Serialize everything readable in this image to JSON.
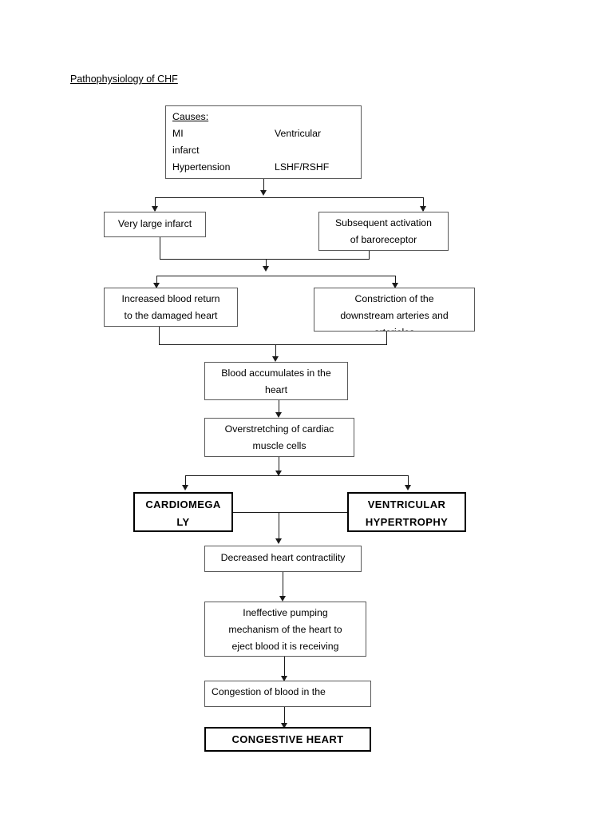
{
  "document": {
    "title": "Pathophysiology of CHF"
  },
  "flowchart": {
    "type": "flowchart",
    "orientation": "top-to-bottom",
    "nodes": [
      {
        "id": "causes",
        "label": "Causes:",
        "rows": [
          {
            "left": "MI",
            "right": "Ventricular"
          },
          {
            "left": "infarct",
            "right": ""
          },
          {
            "left": "Hypertension",
            "right": "LSHF/RSHF"
          }
        ],
        "clipped_row_note": "fourth line is cut off by the box border"
      },
      {
        "id": "very-large-infarct",
        "label": "Very large infarct"
      },
      {
        "id": "baroreceptor-activation",
        "line1": "Subsequent activation",
        "line2": "of baroreceptor",
        "clipped_row_note": "third line is cut off by the box border"
      },
      {
        "id": "increased-blood-return",
        "line1": "Increased blood return",
        "line2": "to the damaged heart"
      },
      {
        "id": "constriction-arteries",
        "line1": "Constriction of the",
        "line2": "downstream arteries and",
        "line3": "arterioles"
      },
      {
        "id": "blood-accumulates",
        "line1": "Blood accumulates in the",
        "line2": "heart"
      },
      {
        "id": "overstretching",
        "line1": "Overstretching of cardiac",
        "line2": "muscle cells"
      },
      {
        "id": "cardiomegaly",
        "line1": "CARDIOMEGA",
        "line2": "LY",
        "emphasis": "bold"
      },
      {
        "id": "ventricular-hypertrophy",
        "line1": "VENTRICULAR",
        "line2": "HYPERTROPHY",
        "emphasis": "bold"
      },
      {
        "id": "decreased-contractility",
        "label": "Decreased heart contractility"
      },
      {
        "id": "ineffective-pumping",
        "line1": "Ineffective pumping",
        "line2": "mechanism of the heart to",
        "line3": "eject blood it is receiving"
      },
      {
        "id": "congestion-of-blood",
        "label": "Congestion of blood in the",
        "clipped_row_note": "second line is cut off by the box border"
      },
      {
        "id": "congestive-heart",
        "label": "CONGESTIVE HEART",
        "emphasis": "bold"
      }
    ]
  },
  "colors": {
    "page_background": "#ffffff",
    "text": "#000000",
    "box_border": "#5a5a5a",
    "strong_box_border": "#000000",
    "connector": "#1a1a1a"
  }
}
